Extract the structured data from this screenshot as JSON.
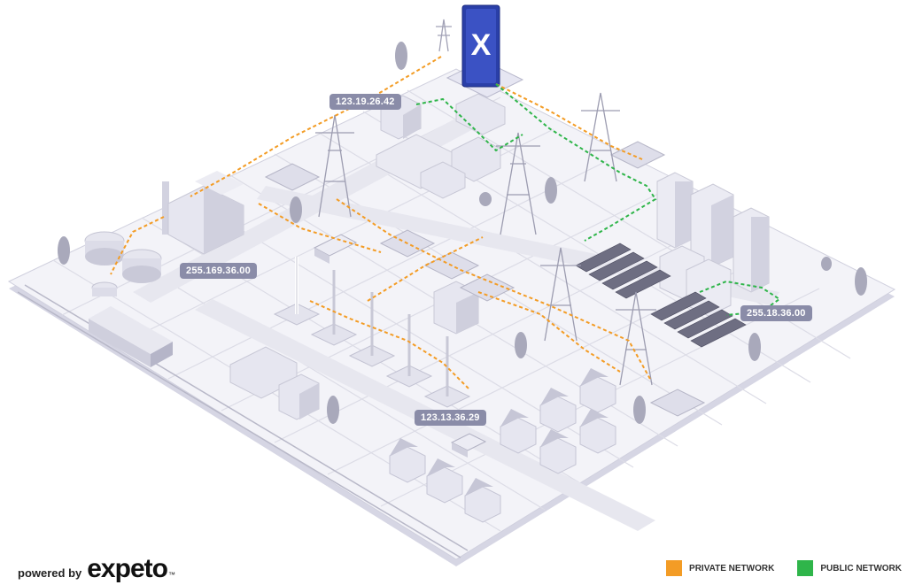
{
  "labels": {
    "top": "123.19.26.42",
    "left": "255.169.36.00",
    "right": "255.18.36.00",
    "bottom": "123.13.36.29"
  },
  "brand": {
    "powered_by": "powered by",
    "name": "expeto",
    "tm": "™",
    "logo_mark": "X"
  },
  "legend": {
    "private": {
      "label": "PRIVATE NETWORK",
      "color": "#f39c25"
    },
    "public": {
      "label": "PUBLIC NETWORK",
      "color": "#2fb54a"
    }
  },
  "colors": {
    "ground": "#f2f2f7",
    "grid": "#dcdce6",
    "building": "#e4e4ee",
    "building_shade": "#c8c8d6",
    "accent": "#2a3fa8"
  },
  "icons": [
    "cell-tower-icon",
    "expeto-device-icon",
    "truck-icon",
    "van-icon",
    "train-icon"
  ]
}
